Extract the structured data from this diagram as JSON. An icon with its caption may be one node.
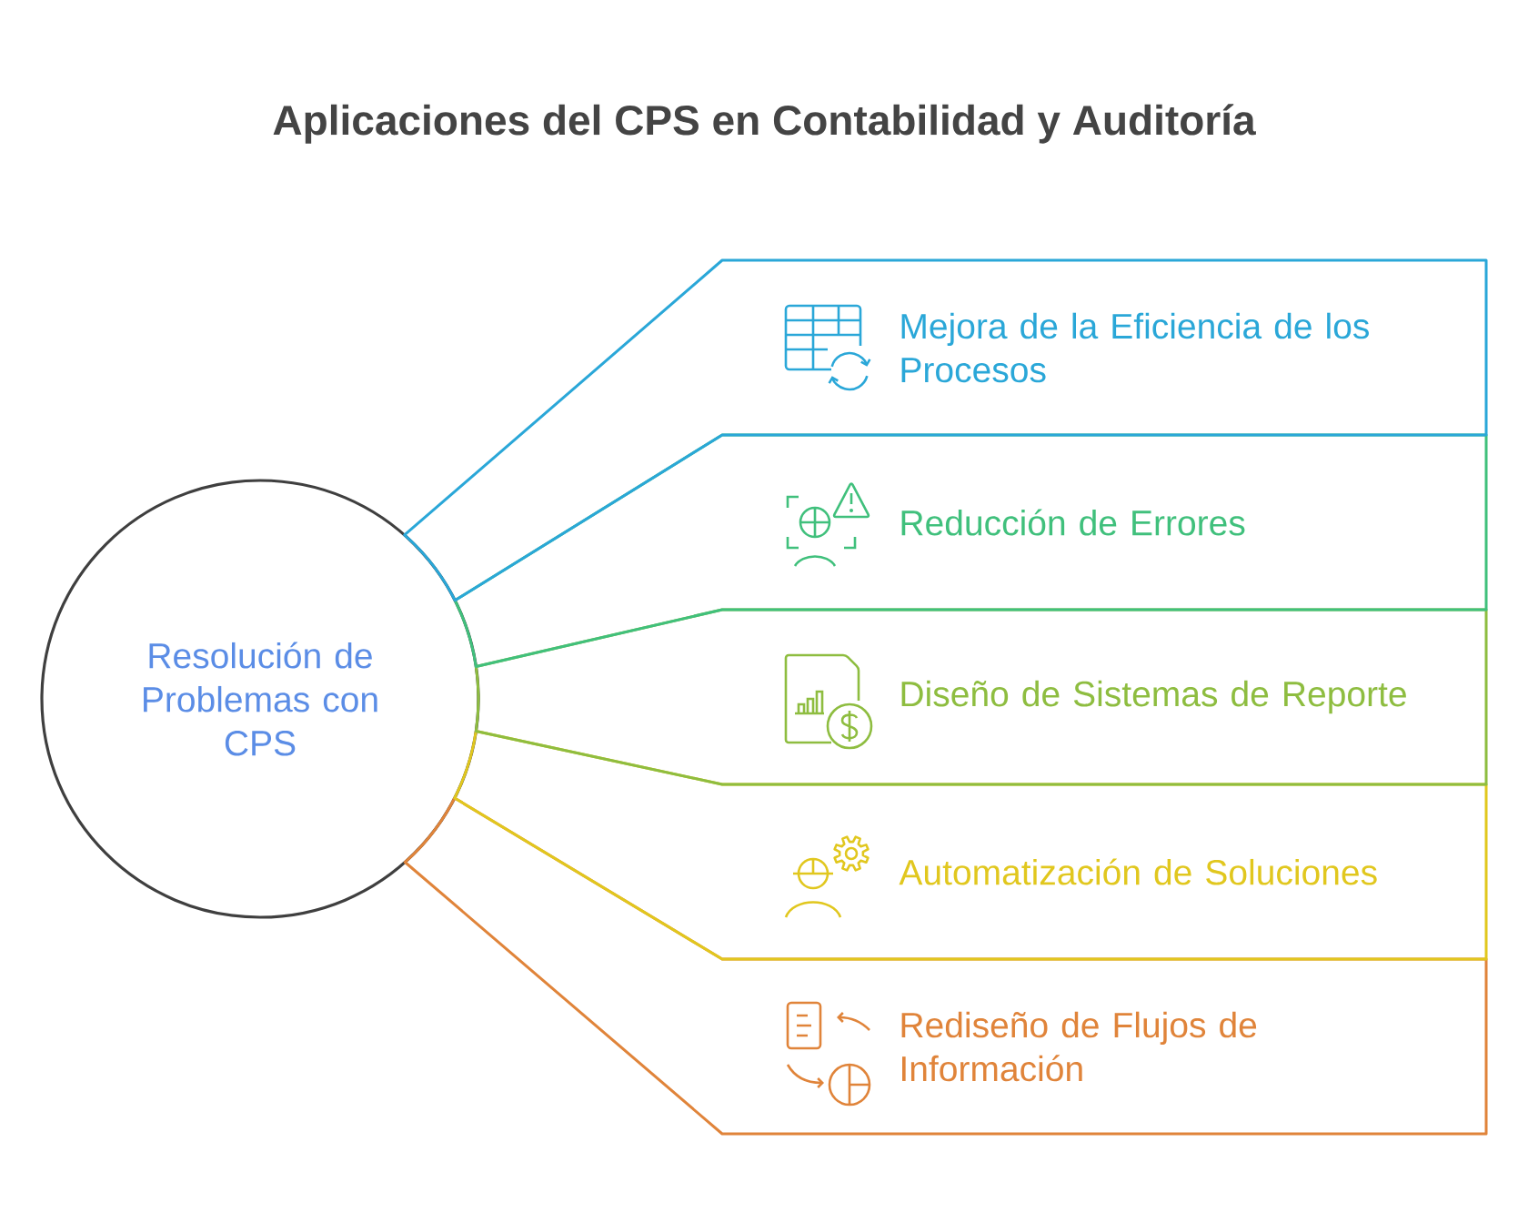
{
  "diagram": {
    "title": "Aplicaciones del CPS en Contabilidad y Auditoría",
    "nodes": [
      {
        "text": [
          "Resolución de Problemas con CPS"
        ]
      },
      {
        "text": [
          "Mejora de la Eficiencia de los Procesos"
        ]
      },
      {
        "text": [
          "Reducción de Errores"
        ]
      },
      {
        "text": [
          "Diseño de Sistemas de Reporte"
        ]
      },
      {
        "text": [
          "Automatización de Soluciones"
        ]
      },
      {
        "text": [
          "Rediseño de Flujos de Información"
        ]
      }
    ]
  }
}
